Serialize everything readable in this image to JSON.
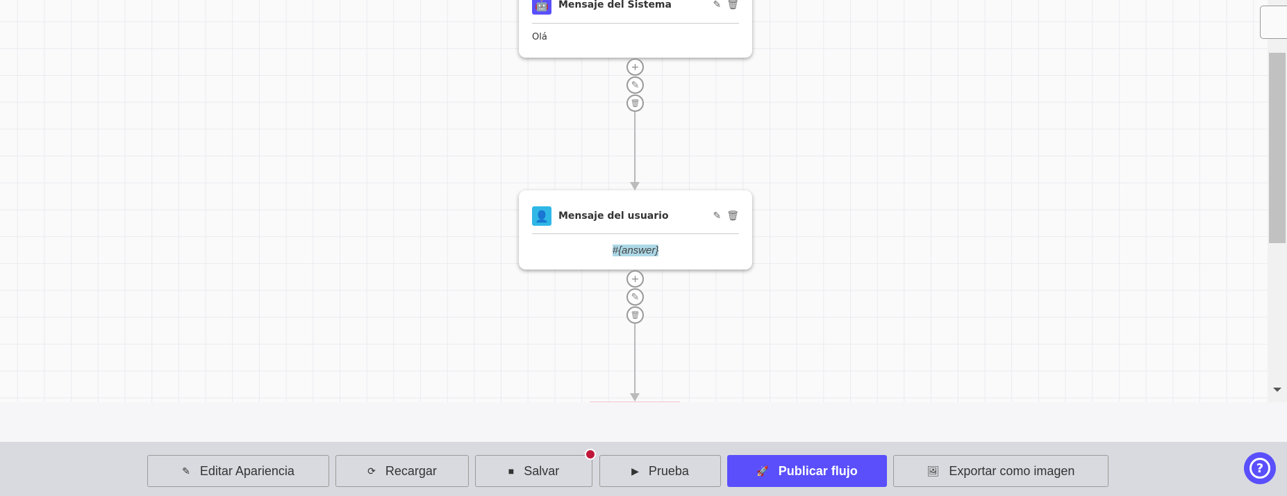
{
  "nodes": [
    {
      "type": "system",
      "title": "Mensaje del Sistema",
      "content": "Olá",
      "icon": "robot-icon",
      "color": "#5a4ffb"
    },
    {
      "type": "user",
      "title": "Mensaje del usuario",
      "content": "#{answer}",
      "icon": "user-icon",
      "color": "#2fb8e6"
    }
  ],
  "toolbar": {
    "edit_appearance": "Editar Apariencia",
    "reload": "Recargar",
    "save": "Salvar",
    "test": "Prueba",
    "publish": "Publicar flujo",
    "export": "Exportar como imagen"
  },
  "colors": {
    "accent": "#5a4ffb",
    "unsaved_dot": "#c0183a",
    "user": "#2fb8e6"
  }
}
